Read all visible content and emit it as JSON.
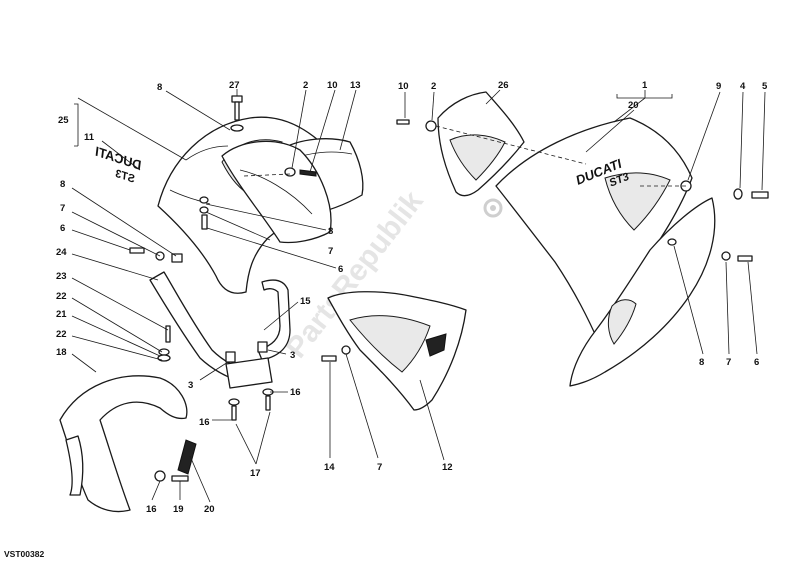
{
  "diagram": {
    "reference_code": "VST00382",
    "watermark": "PartsRepublik",
    "decal_brand": "DUCATI",
    "decal_model": "ST3",
    "callouts": {
      "c25": "25",
      "c11": "11",
      "c8a": "8",
      "c27": "27",
      "c2a": "2",
      "c10a": "10",
      "c13": "13",
      "c8b": "8",
      "c7a": "7",
      "c6a": "6",
      "c24": "24",
      "c23": "23",
      "c22a": "22",
      "c21": "21",
      "c22b": "22",
      "c18": "18",
      "c8c": "8",
      "c7b": "7",
      "c6b": "6",
      "c15": "15",
      "c3a": "3",
      "c3b": "3",
      "c16a": "16",
      "c16b": "16",
      "c17": "17",
      "c16c": "16",
      "c19": "19",
      "c20a": "20",
      "c10b": "10",
      "c2b": "2",
      "c26": "26",
      "c1": "1",
      "c20b": "20",
      "c9": "9",
      "c4": "4",
      "c5": "5",
      "c8d": "8",
      "c7c": "7",
      "c6c": "6",
      "c14": "14",
      "c7d": "7",
      "c12": "12"
    }
  }
}
